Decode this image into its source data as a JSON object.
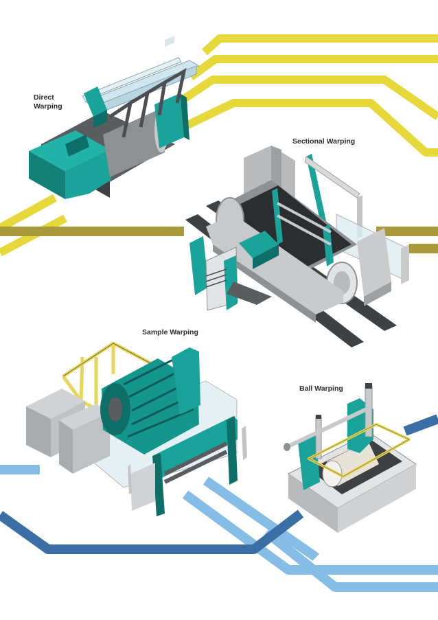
{
  "labels": {
    "direct_line1": "Direct",
    "direct_line2": "Warping",
    "sectional": "Sectional Warping",
    "sample": "Sample Warping",
    "ball": "Ball Warping"
  },
  "colors": {
    "yellow_band": "#e6d83a",
    "olive_band": "#a89a3c",
    "light_blue_band": "#86bde6",
    "dark_blue_band": "#3a6ea5",
    "teal": "#1aa39a",
    "dark_teal": "#0e6f69",
    "grey": "#b8babc",
    "dark_grey": "#5a5d60",
    "drum_black": "#2b2d30",
    "guard_yellow": "#e8d65a"
  },
  "icons": [
    "direct-warping-machine",
    "sectional-warping-machine",
    "sample-warping-machine",
    "ball-warping-machine"
  ]
}
